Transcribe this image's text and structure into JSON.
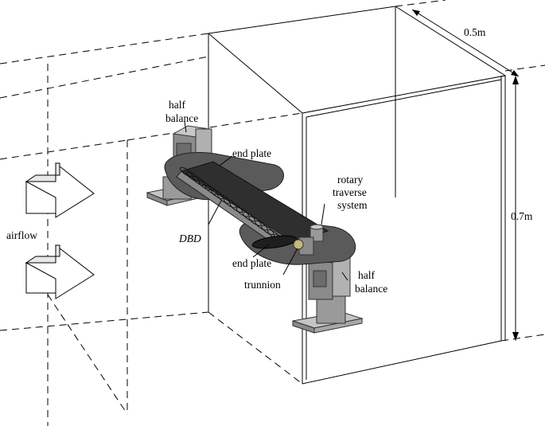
{
  "labels": {
    "half_balance_top_1": "half",
    "half_balance_top_2": "balance",
    "end_plate_top": "end plate",
    "rotary_1": "rotary",
    "rotary_2": "traverse",
    "rotary_3": "system",
    "dim_width": "0.5m",
    "dim_height": "0.7m",
    "airflow": "airflow",
    "dbd": "DBD",
    "end_plate_bottom": "end plate",
    "trunnion": "trunnion",
    "half_balance_bottom_1": "half",
    "half_balance_bottom_2": "balance"
  },
  "colors": {
    "line": "#000000",
    "wing_dark": "#2f2f2f",
    "end_plate_gray": "#5a5a5a",
    "metal_light": "#c4c4c4",
    "metal_mid": "#9a9a9a",
    "metal_dark": "#6c6c6c",
    "trunnion_brass": "#c9b77a"
  }
}
